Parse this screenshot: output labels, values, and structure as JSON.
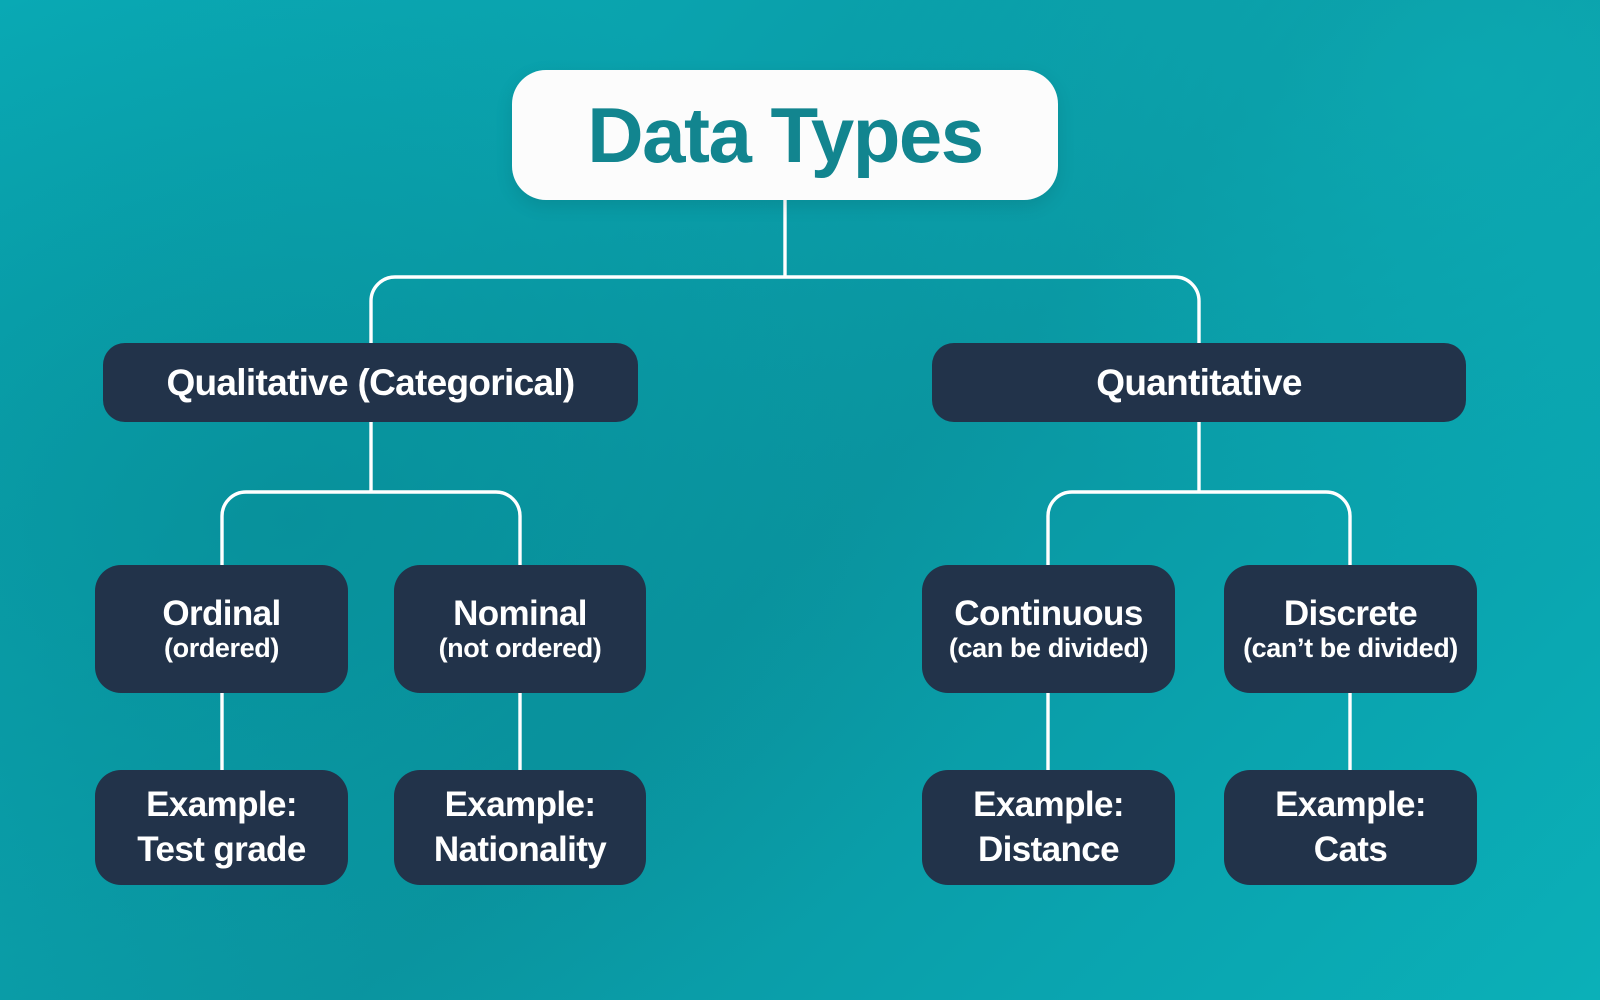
{
  "diagram": {
    "title": "Data Types",
    "type": "hierarchy-tree",
    "theme": {
      "background_teal": "#0AA3AE",
      "node_navy": "#22334A",
      "root_box": "#FCFCFC",
      "root_text_teal": "#12858F",
      "connector_white": "#FFFFFF",
      "node_text": "#FFFFFF"
    },
    "root": {
      "label": "Data Types"
    },
    "branches": [
      {
        "label": "Qualitative (Categorical)",
        "children": [
          {
            "label": "Ordinal",
            "sublabel": "(ordered)",
            "example_prefix": "Example:",
            "example_value": "Test grade"
          },
          {
            "label": "Nominal",
            "sublabel": "(not ordered)",
            "example_prefix": "Example:",
            "example_value": "Nationality"
          }
        ]
      },
      {
        "label": "Quantitative",
        "children": [
          {
            "label": "Continuous",
            "sublabel": "(can be divided)",
            "example_prefix": "Example:",
            "example_value": "Distance"
          },
          {
            "label": "Discrete",
            "sublabel": "(can’t be divided)",
            "example_prefix": "Example:",
            "example_value": "Cats"
          }
        ]
      }
    ]
  }
}
